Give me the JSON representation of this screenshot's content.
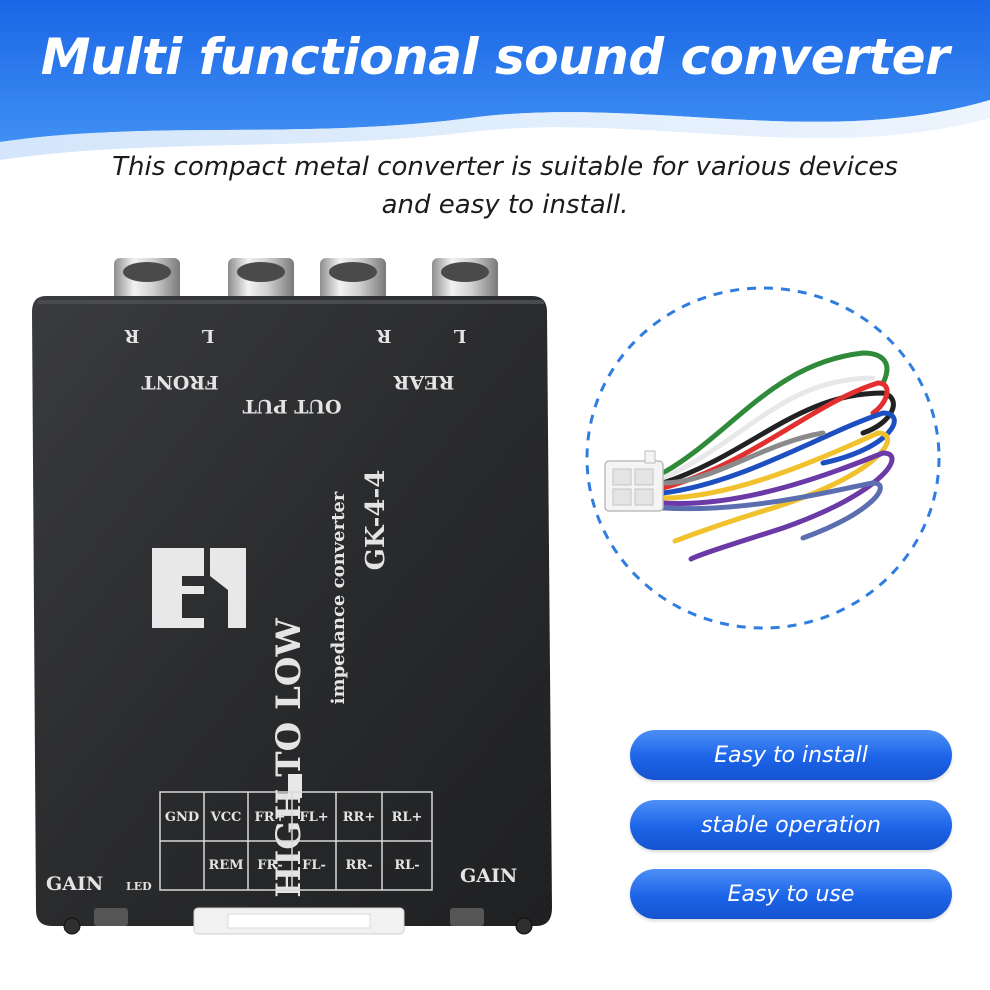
{
  "header": {
    "title": "Multi functional sound converter",
    "subtitle": "This compact metal converter is suitable for various devices and easy to install."
  },
  "device": {
    "front_label": "FRONT",
    "output_label": "OUT PUT",
    "rear_label": "REAR",
    "channel_l": "L",
    "channel_r": "R",
    "product_line": "HIGH TO LOW",
    "product_desc": "impedance converter",
    "model": "GK-4-4",
    "logo": "GK",
    "gain_left": "GAIN",
    "led_label": "LED",
    "gain_right": "GAIN",
    "terminals_top": [
      "GND",
      "VCC",
      "FR+",
      "FL+",
      "RR+",
      "RL+"
    ],
    "terminals_bottom": [
      "",
      "REM",
      "FR-",
      "FL-",
      "RR-",
      "RL-"
    ]
  },
  "features": [
    {
      "label": "Easy to install"
    },
    {
      "label": "stable operation"
    },
    {
      "label": "Easy to use"
    }
  ],
  "colors": {
    "brand_blue": "#1c64e8",
    "device_body": "#2b2c2e",
    "circle_dash": "#2f7de0"
  },
  "cable_colors": [
    "#2f8a3a",
    "#ffffff",
    "#222222",
    "#e23030",
    "#1d4fc1",
    "#f2c12e",
    "#6b3aa6",
    "#5b6fb0",
    "#7a4bc0"
  ]
}
